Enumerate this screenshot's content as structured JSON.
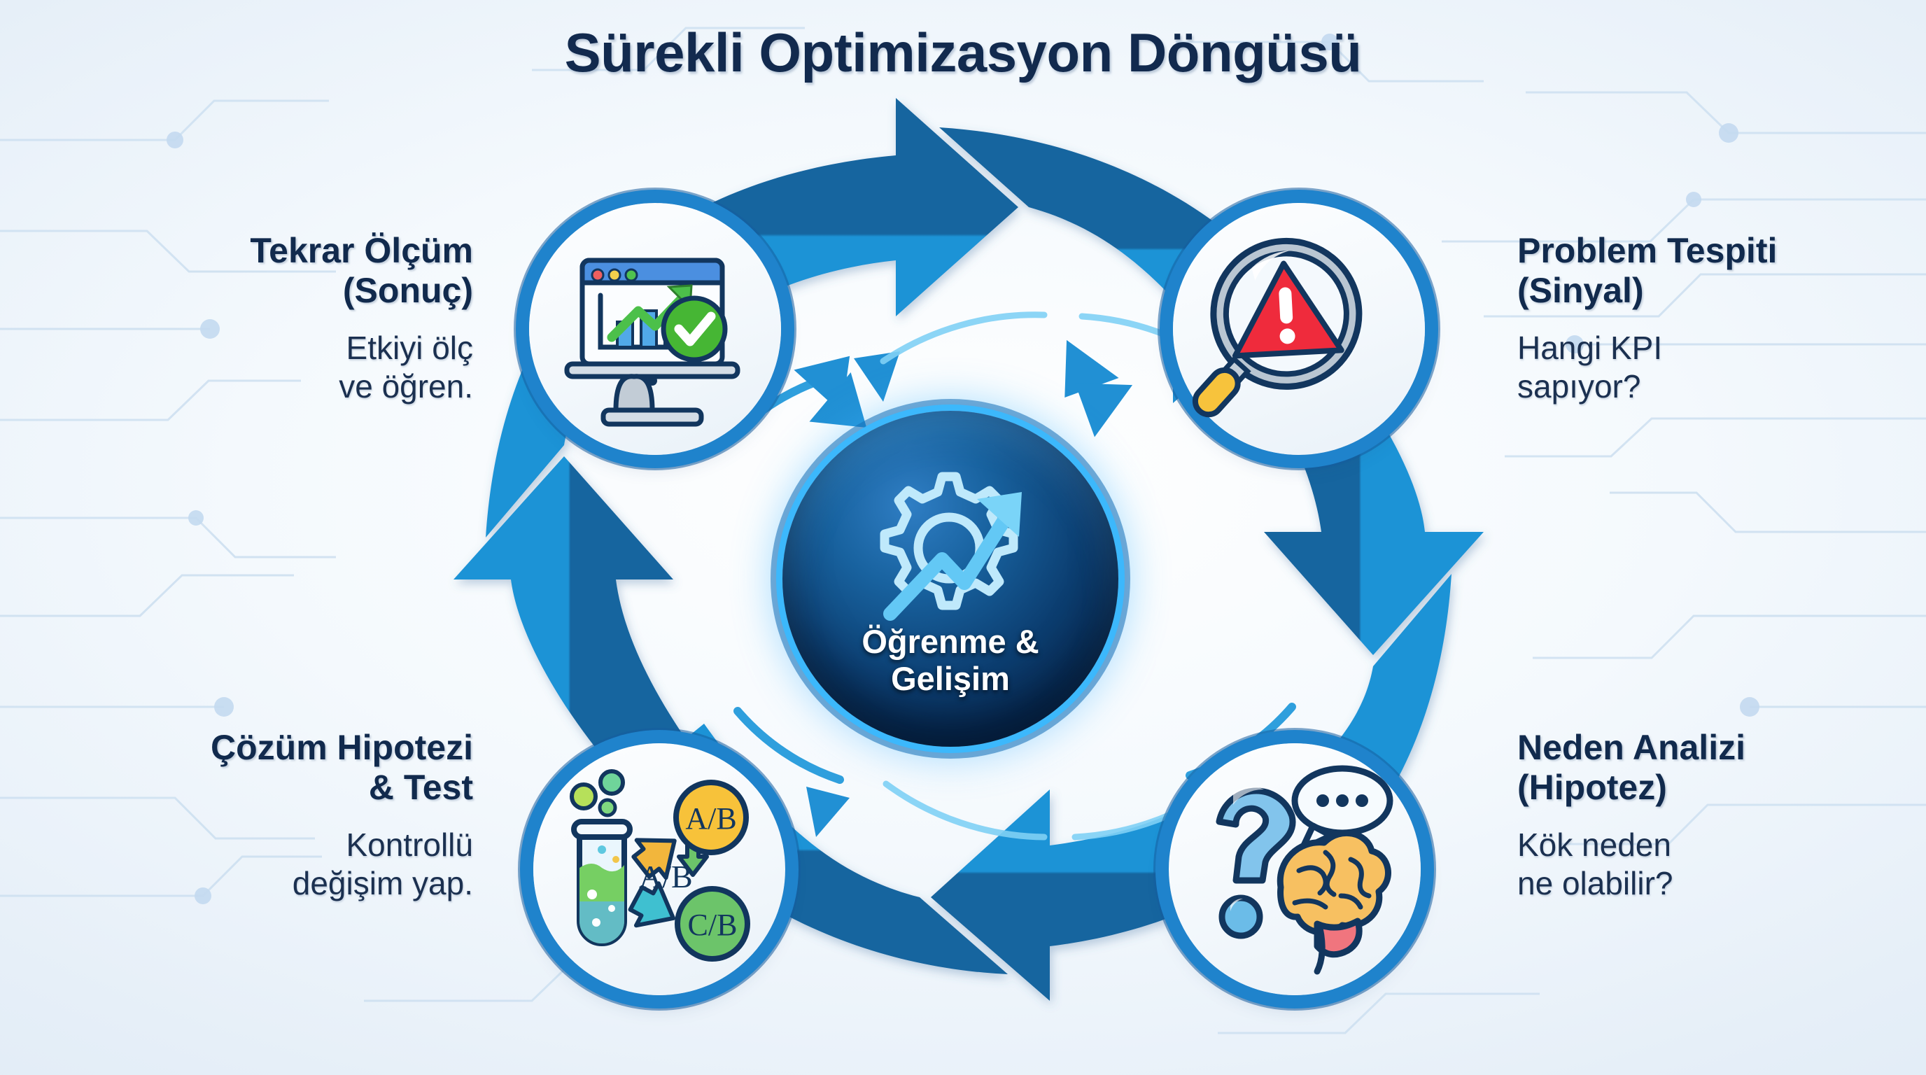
{
  "title": "Sürekli Optimizasyon Döngüsü",
  "colors": {
    "title_text": "#122a4e",
    "arrow_blue": "#1c8ad0",
    "arrow_blue_dark": "#14659f",
    "node_ring": "#1f83cc",
    "hub_glow": "#38baff",
    "background": "#eef4fa",
    "alert_red": "#ee2233",
    "check_green": "#45b234",
    "badge_yellow": "#f7c23a",
    "badge_green": "#6cc46a"
  },
  "hub": {
    "line1": "Öğrenme &",
    "line2": "Gelişim",
    "icon": "gear-growth-arrow-icon"
  },
  "nodes": [
    {
      "id": "tekrar-olcum",
      "position": "top-left",
      "icon": "monitor-analytics-check-icon",
      "heading_line1": "Tekrar Ölçüm",
      "heading_line2": "(Sonuç)",
      "sub_line1": "Etkiyi ölç",
      "sub_line2": "ve öğren."
    },
    {
      "id": "problem-tespiti",
      "position": "top-right",
      "icon": "magnifier-alert-icon",
      "heading_line1": "Problem Tespiti",
      "heading_line2": "(Sinyal)",
      "sub_line1": "Hangi KPI",
      "sub_line2": "sapıyor?"
    },
    {
      "id": "neden-analizi",
      "position": "bottom-right",
      "icon": "question-brain-speech-icon",
      "heading_line1": "Neden Analizi",
      "heading_line2": "(Hipotez)",
      "sub_line1": "Kök neden",
      "sub_line2": "ne olabilir?"
    },
    {
      "id": "cozum-hipotezi",
      "position": "bottom-left",
      "icon": "test-tube-ab-test-icon",
      "heading_line1": "Çözüm Hipotezi",
      "heading_line2": "& Test",
      "sub_line1": "Kontrollü",
      "sub_line2": "değişim yap."
    }
  ],
  "ab_badges": {
    "top": "A/B",
    "middle": "A/B",
    "bottom": "C/B"
  },
  "flow": {
    "direction": "clockwise",
    "outer_arrows": 4,
    "inner_arrows": 4
  }
}
